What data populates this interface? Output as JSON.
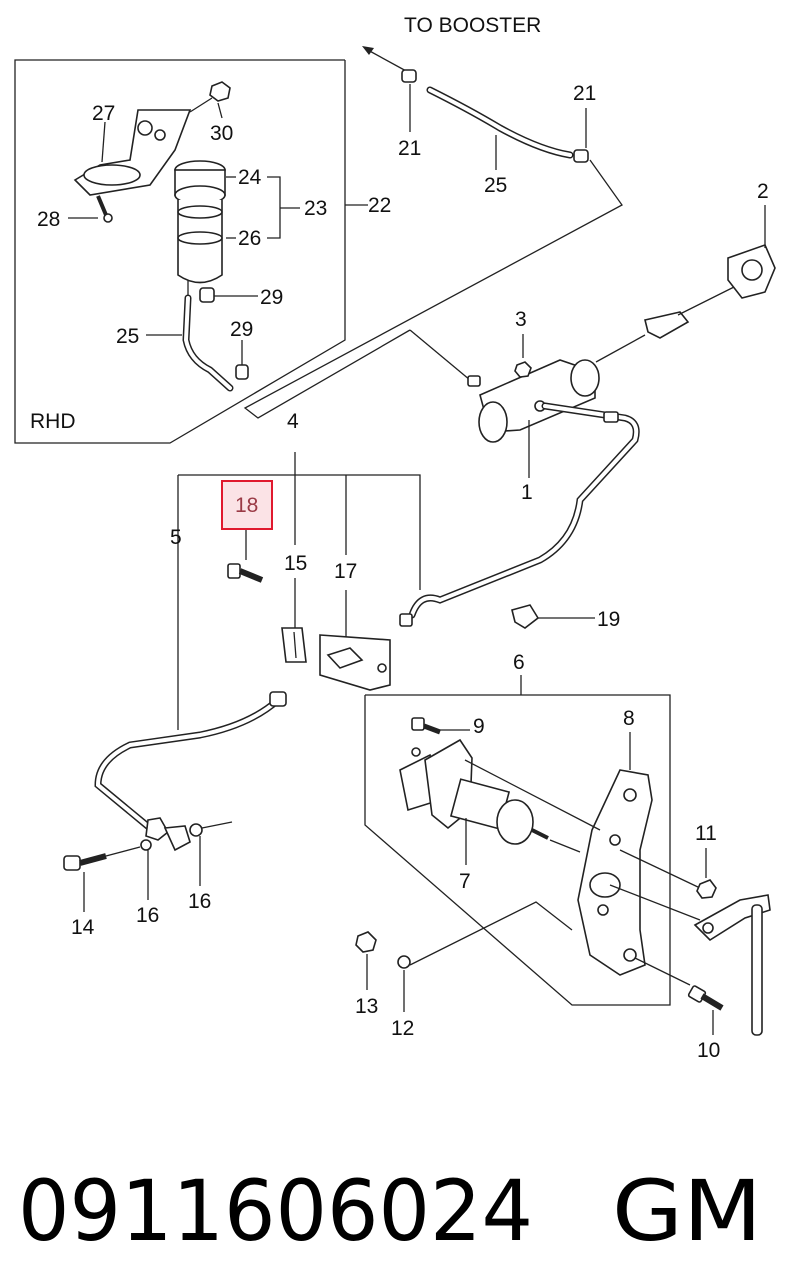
{
  "title_note": "TO  BOOSTER",
  "inset_label": "RHD",
  "callouts": {
    "c1": "1",
    "c2": "2",
    "c3": "3",
    "c4": "4",
    "c5": "5",
    "c6": "6",
    "c7": "7",
    "c8": "8",
    "c9": "9",
    "c10": "10",
    "c11": "11",
    "c12": "12",
    "c13": "13",
    "c14": "14",
    "c15": "15",
    "c16a": "16",
    "c16b": "16",
    "c17": "17",
    "c18": "18",
    "c19": "19",
    "c20": "",
    "c21a": "21",
    "c21b": "21",
    "c22": "22",
    "c23": "23",
    "c24": "24",
    "c25a": "25",
    "c25b": "25",
    "c26": "26",
    "c27": "27",
    "c28": "28",
    "c29a": "29",
    "c29b": "29",
    "c30": "30"
  },
  "highlighted_callout": "18",
  "colors": {
    "highlight_border": "#e0192e",
    "highlight_fill": "#fbe3e6",
    "line": "#222222"
  },
  "footer": {
    "part_number": "0911606024",
    "brand": "GM"
  }
}
